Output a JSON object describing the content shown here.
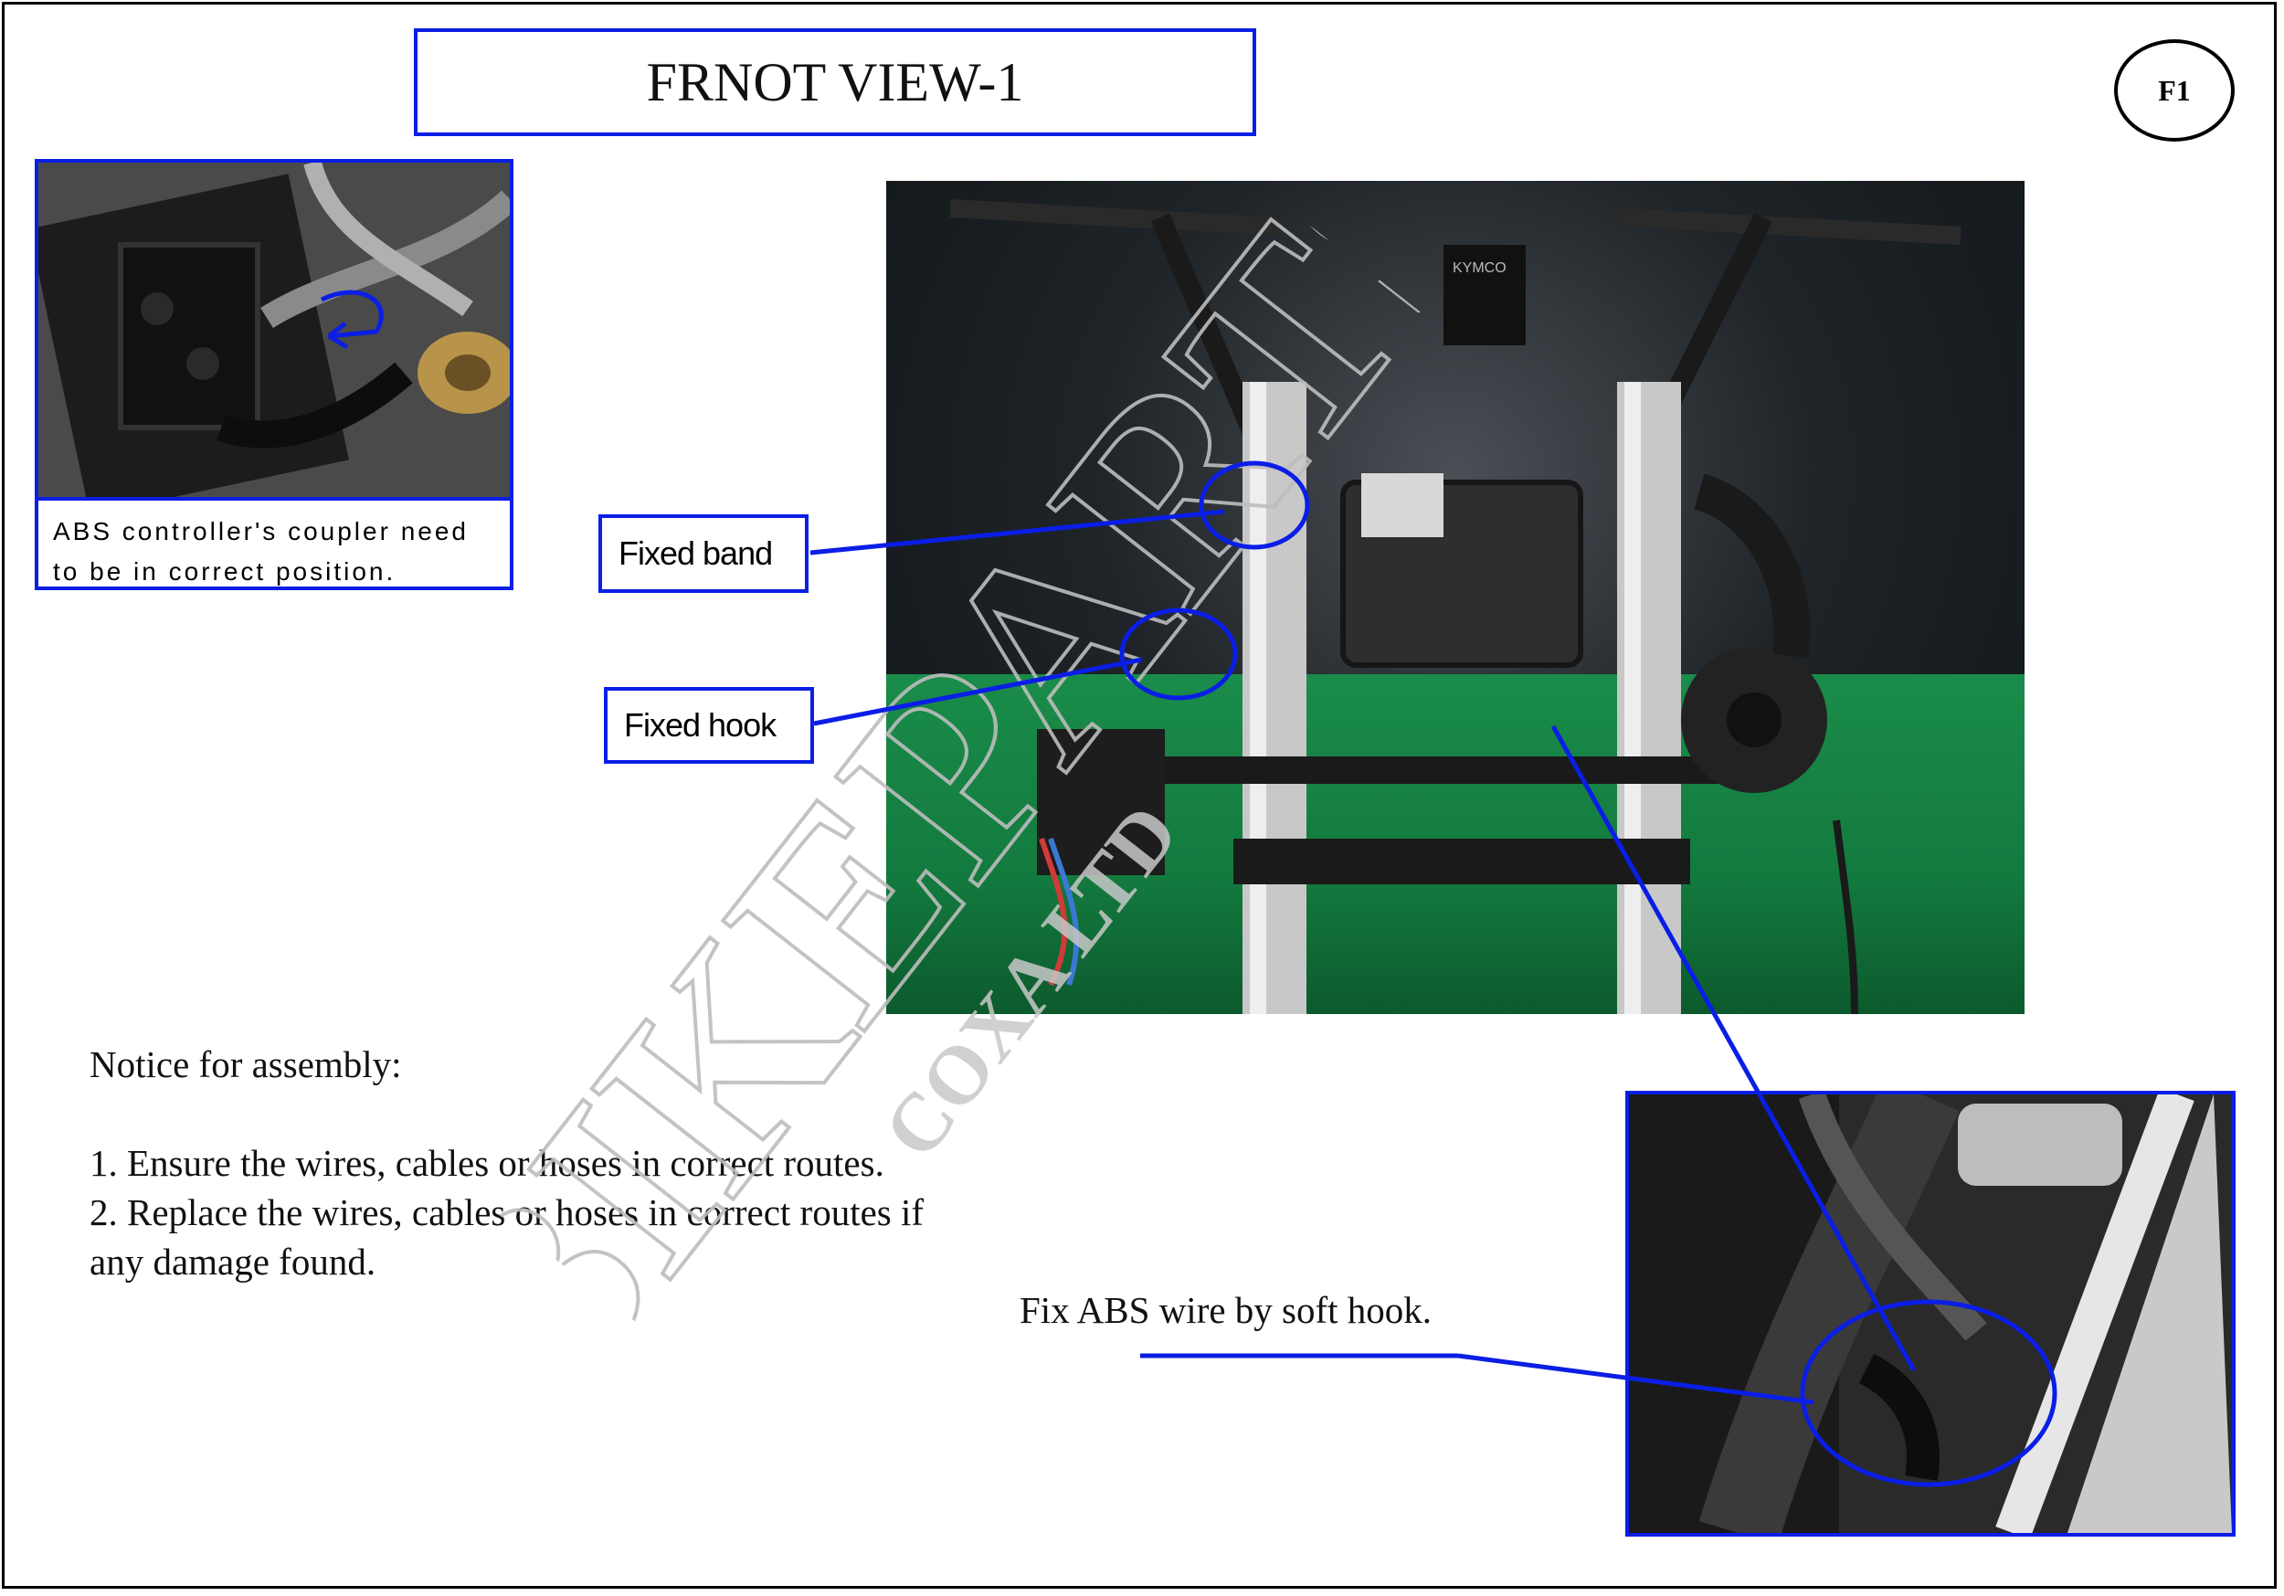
{
  "title": "FRNOT VIEW-1",
  "page_badge": "F1",
  "inset_top_left": {
    "caption_line1": "ABS controller's coupler need",
    "caption_line2": "to be in correct position."
  },
  "labels": {
    "fixed_band": "Fixed band",
    "fixed_hook": "Fixed hook",
    "fix_abs": "Fix ABS wire by soft hook."
  },
  "notice": {
    "heading": "Notice for assembly:",
    "item1": "1. Ensure the wires, cables or hoses in correct routes.",
    "item2_line1": "2. Replace the wires, cables or hoses in correct routes if",
    "item2_line2": "any damage found."
  },
  "watermark": {
    "main": "BIKEPARTS",
    "sub": "COXA LTD"
  },
  "photo_text": {
    "relay": "KYMCO"
  },
  "colors": {
    "accent_blue": "#0a1ee6",
    "floor_green": "#1a8c4a",
    "watermark_gray": "#bdbdbd"
  }
}
